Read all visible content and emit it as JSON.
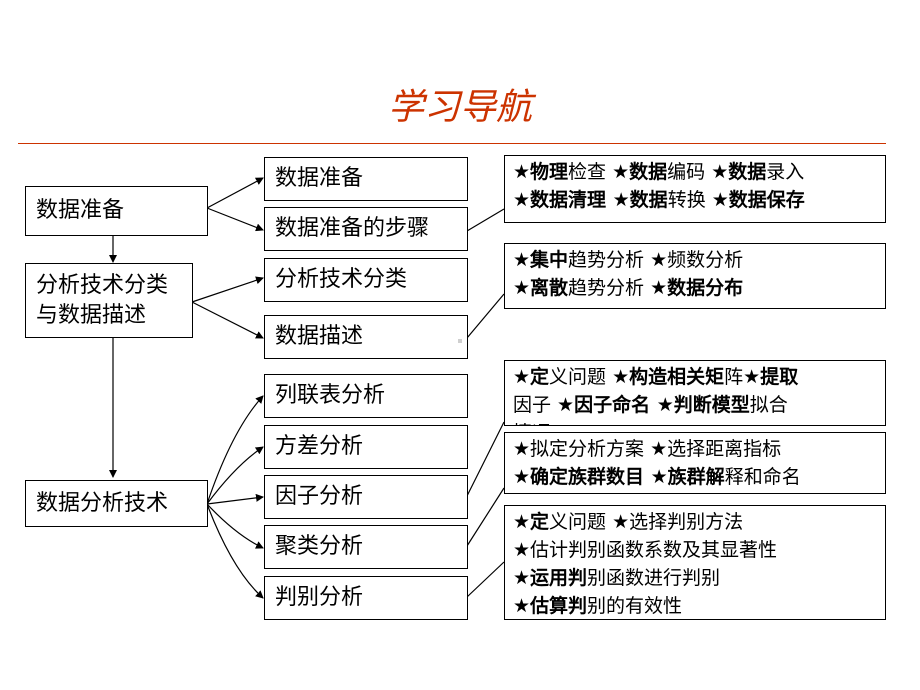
{
  "title": "学习导航",
  "colors": {
    "accent": "#cc3300"
  },
  "left": {
    "prep": "数据准备",
    "classify": "分析技术分类\n与数据描述",
    "analysis": "数据分析技术"
  },
  "mid": {
    "prep": "数据准备",
    "prep_steps": "数据准备的步骤",
    "classify": "分析技术分类",
    "describe": "数据描述",
    "crosstab": "列联表分析",
    "anova": "方差分析",
    "factor": "因子分析",
    "cluster": "聚类分析",
    "discriminant": "判别分析"
  },
  "notes": [
    {
      "lines": [
        [
          [
            "★物理",
            "b"
          ],
          [
            "检查 ",
            ""
          ],
          [
            "★数据",
            "b"
          ],
          [
            "编码 ",
            ""
          ],
          [
            "★数据",
            "b"
          ],
          [
            "录入",
            ""
          ]
        ],
        [
          [
            "★数据清理 ★数据",
            "b"
          ],
          [
            "转换 ",
            ""
          ],
          [
            "★数据保存",
            "b"
          ]
        ]
      ]
    },
    {
      "lines": [
        [
          [
            "★集中",
            "b"
          ],
          [
            "趋势分析    ",
            ""
          ],
          [
            "★",
            "b"
          ],
          [
            "频数分析",
            ""
          ]
        ],
        [
          [
            "★离散",
            "b"
          ],
          [
            "趋势分析    ",
            ""
          ],
          [
            "★数据分布",
            "b"
          ]
        ]
      ]
    },
    {
      "lines": [
        [
          [
            "★定",
            "b"
          ],
          [
            "义问题 ",
            ""
          ],
          [
            "★构造相关矩",
            "b"
          ],
          [
            "阵",
            ""
          ],
          [
            "★提取",
            "b"
          ]
        ],
        [
          [
            "因子  ",
            ""
          ],
          [
            "★因子命名 ★判断模型",
            "b"
          ],
          [
            "拟合",
            ""
          ]
        ],
        [
          [
            "情况",
            ""
          ]
        ]
      ]
    },
    {
      "lines": [
        [
          [
            "★",
            "b"
          ],
          [
            "拟定分析方案  ",
            ""
          ],
          [
            "★",
            "b"
          ],
          [
            "选择距离指标",
            ""
          ]
        ],
        [
          [
            "★确定族群数目 ★族群解",
            "b"
          ],
          [
            "释和命名",
            ""
          ]
        ]
      ]
    },
    {
      "lines": [
        [
          [
            "★定",
            "b"
          ],
          [
            "义问题 ",
            ""
          ],
          [
            "★",
            "b"
          ],
          [
            "选择判别方法",
            ""
          ]
        ],
        [
          [
            "★",
            "b"
          ],
          [
            "估计判别函数系数及其显著性",
            ""
          ]
        ],
        [
          [
            "★运用判",
            "b"
          ],
          [
            "别函数进行判别",
            ""
          ]
        ],
        [
          [
            "★估算判",
            "b"
          ],
          [
            "别的有效性",
            ""
          ]
        ]
      ]
    }
  ]
}
